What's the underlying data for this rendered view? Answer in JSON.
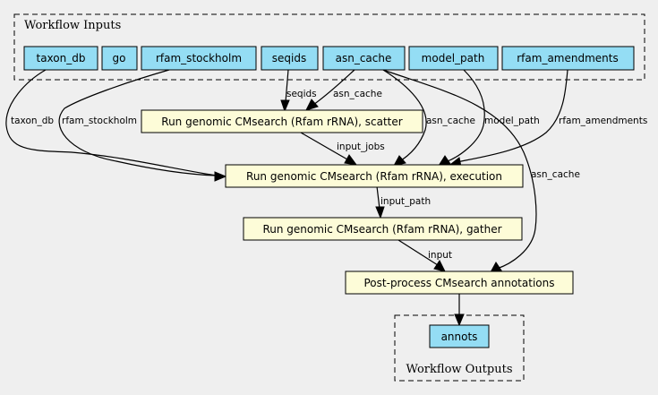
{
  "clusters": {
    "inputs_label": "Workflow Inputs",
    "outputs_label": "Workflow Outputs"
  },
  "inputs": [
    {
      "id": "taxon_db",
      "label": "taxon_db"
    },
    {
      "id": "go",
      "label": "go"
    },
    {
      "id": "rfam_stockholm",
      "label": "rfam_stockholm"
    },
    {
      "id": "seqids",
      "label": "seqids"
    },
    {
      "id": "asn_cache",
      "label": "asn_cache"
    },
    {
      "id": "model_path",
      "label": "model_path"
    },
    {
      "id": "rfam_amendments",
      "label": "rfam_amendments"
    }
  ],
  "steps": [
    {
      "id": "scatter",
      "label": "Run genomic CMsearch (Rfam rRNA), scatter"
    },
    {
      "id": "execution",
      "label": "Run genomic CMsearch (Rfam rRNA), execution"
    },
    {
      "id": "gather",
      "label": "Run genomic CMsearch (Rfam rRNA), gather"
    },
    {
      "id": "postprocess",
      "label": "Post-process CMsearch annotations"
    }
  ],
  "outputs": [
    {
      "id": "annots",
      "label": "annots"
    }
  ],
  "edges": [
    {
      "from": "taxon_db",
      "to": "execution",
      "label": "taxon_db"
    },
    {
      "from": "rfam_stockholm",
      "to": "execution",
      "label": "rfam_stockholm"
    },
    {
      "from": "seqids",
      "to": "scatter",
      "label": "seqids"
    },
    {
      "from": "asn_cache",
      "to": "scatter",
      "label": "asn_cache"
    },
    {
      "from": "asn_cache",
      "to": "execution",
      "label": "asn_cache"
    },
    {
      "from": "model_path",
      "to": "execution",
      "label": "model_path"
    },
    {
      "from": "rfam_amendments",
      "to": "execution",
      "label": "rfam_amendments"
    },
    {
      "from": "scatter",
      "to": "execution",
      "label": "input_jobs"
    },
    {
      "from": "asn_cache",
      "to": "postprocess",
      "label": "asn_cache"
    },
    {
      "from": "execution",
      "to": "gather",
      "label": "input_path"
    },
    {
      "from": "gather",
      "to": "postprocess",
      "label": "input"
    },
    {
      "from": "postprocess",
      "to": "annots",
      "label": ""
    }
  ],
  "colors": {
    "input_fill": "#94ddf4",
    "step_fill": "#fdfcd8",
    "background": "#efefef"
  }
}
